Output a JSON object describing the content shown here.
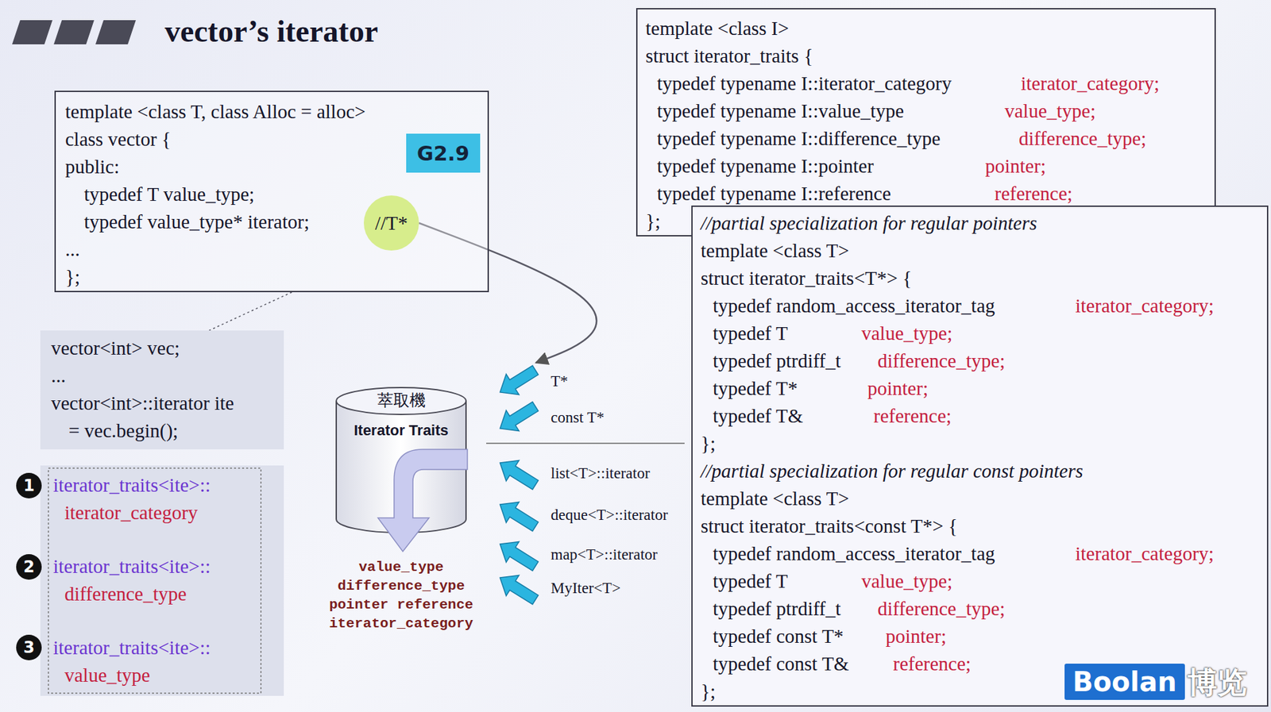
{
  "diagram": {
    "title": "vector’s iterator",
    "nodes": [
      {
        "text": [
          "template <class T, class Alloc = alloc>",
          "class vector {",
          "public:",
          "typedef T value_type;",
          "typedef value_type* iterator;",
          "...",
          "};"
        ]
      },
      {
        "text": [
          "G2.9"
        ],
        "in": 0
      },
      {
        "text": [
          "//T*"
        ],
        "in": 0
      },
      {
        "text": [
          "template <class I>",
          "struct iterator_traits {",
          "typedef typename I::iterator_category",
          "iterator_category;",
          "typedef typename I::value_type",
          "value_type;",
          "typedef typename I::difference_type",
          "difference_type;",
          "typedef typename I::pointer",
          "pointer;",
          "typedef typename I::reference",
          "reference;",
          "};"
        ]
      },
      {
        "text": [
          "//partial specialization for regular pointers",
          "template <class T>",
          "struct iterator_traits<T*> {",
          "typedef random_access_iterator_tag",
          "iterator_category;",
          "typedef T",
          "value_type;",
          "typedef ptrdiff_t",
          "difference_type;",
          "typedef T*",
          "pointer;",
          "typedef T&",
          "reference;",
          "};",
          "//partial specialization for regular const pointers",
          "template <class T>",
          "struct iterator_traits<const T*> {",
          "typedef random_access_iterator_tag",
          "iterator_category;",
          "typedef T",
          "value_type;",
          "typedef ptrdiff_t",
          "difference_type;",
          "typedef const T*",
          "pointer;",
          "typedef const T&",
          "reference;",
          "};"
        ]
      },
      {
        "text": [
          "vector<int> vec;",
          "...",
          "vector<int>::iterator ite",
          "= vec.begin();"
        ]
      },
      {
        "text": [
          "iterator_traits<ite>::",
          "iterator_category"
        ]
      },
      {
        "text": [
          "iterator_traits<ite>::",
          "difference_type"
        ]
      },
      {
        "text": [
          "iterator_traits<ite>::",
          "value_type"
        ]
      },
      {
        "text": [
          "萃取機",
          "Iterator Traits",
          "value_type difference_type pointer reference iterator_category"
        ]
      },
      {
        "text": [
          "T*"
        ]
      },
      {
        "text": [
          "const T*"
        ]
      },
      {
        "text": [
          "list<T>::iterator"
        ]
      },
      {
        "text": [
          "deque<T>::iterator"
        ]
      },
      {
        "text": [
          "map<T>::iterator"
        ]
      },
      {
        "text": [
          "MyIter<T>"
        ]
      }
    ],
    "edges": [
      {
        "from": 2,
        "to": 10,
        "arrow": "to"
      },
      {
        "from": 0,
        "to": 5,
        "arrow": "none"
      }
    ],
    "labels": [
      "1",
      "2",
      "3",
      "Boolan",
      "博览"
    ]
  }
}
